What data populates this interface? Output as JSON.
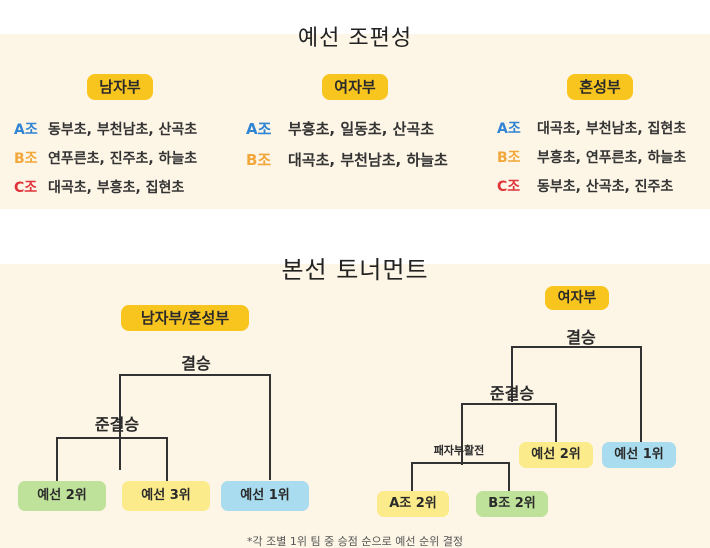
{
  "colors": {
    "band": "#fdf6e6",
    "badge": "#f8c51f",
    "group_a": "#2f84d4",
    "group_b": "#f2a73b",
    "group_c": "#e0333a",
    "seed_green": "#bfe29a",
    "seed_yellow": "#fbeb8a",
    "seed_blue": "#a9dcee",
    "line": "#333333"
  },
  "prelim": {
    "title": "예선 조편성",
    "divisions": [
      {
        "name": "남자부",
        "groups": [
          {
            "letter": "A조",
            "schools": "동부초, 부천남초, 산곡초"
          },
          {
            "letter": "B조",
            "schools": "연푸른초, 진주초, 하늘초"
          },
          {
            "letter": "C조",
            "schools": "대곡초, 부흥초, 집현초"
          }
        ]
      },
      {
        "name": "여자부",
        "groups": [
          {
            "letter": "A조",
            "schools": "부흥초, 일동초, 산곡초"
          },
          {
            "letter": "B조",
            "schools": "대곡초, 부천남초, 하늘초"
          }
        ]
      },
      {
        "name": "혼성부",
        "groups": [
          {
            "letter": "A조",
            "schools": "대곡초, 부천남초, 집현초"
          },
          {
            "letter": "B조",
            "schools": "부흥초, 연푸른초, 하늘초"
          },
          {
            "letter": "C조",
            "schools": "동부초, 산곡초, 진주초"
          }
        ]
      }
    ]
  },
  "main": {
    "title": "본선 토너먼트",
    "left": {
      "badge": "남자부/혼성부",
      "final": "결승",
      "semi": "준결승",
      "seeds": [
        "예선 2위",
        "예선 3위",
        "예선 1위"
      ]
    },
    "right": {
      "badge": "여자부",
      "final": "결승",
      "semi": "준결승",
      "repechage": "패자부활전",
      "seeds": [
        "A조 2위",
        "B조 2위",
        "예선 2위",
        "예선 1위"
      ]
    }
  },
  "footnote": "*각 조별 1위 팀 중 승점 순으로 예선 순위 결정"
}
